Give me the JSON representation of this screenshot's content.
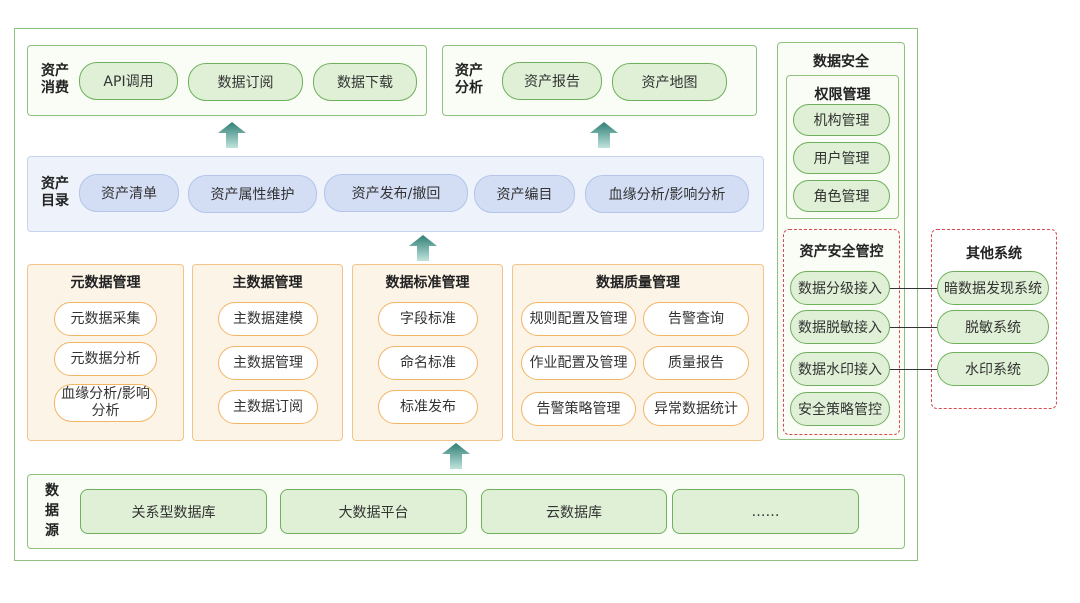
{
  "consumption": {
    "label": "资产\n消费",
    "items": [
      "API调用",
      "数据订阅",
      "数据下载"
    ]
  },
  "analysis": {
    "label": "资产\n分析",
    "items": [
      "资产报告",
      "资产地图"
    ]
  },
  "catalog": {
    "label": "资产\n目录",
    "items": [
      "资产清单",
      "资产属性维护",
      "资产发布/撤回",
      "资产编目",
      "血缘分析/影响分析"
    ]
  },
  "metadata": {
    "title": "元数据管理",
    "items": [
      "元数据采集",
      "元数据分析",
      "血缘分析/影响\n分析"
    ]
  },
  "master_data": {
    "title": "主数据管理",
    "items": [
      "主数据建模",
      "主数据管理",
      "主数据订阅"
    ]
  },
  "standards": {
    "title": "数据标准管理",
    "items": [
      "字段标准",
      "命名标准",
      "标准发布"
    ]
  },
  "quality": {
    "title": "数据质量管理",
    "items": [
      "规则配置及管理",
      "告警查询",
      "作业配置及管理",
      "质量报告",
      "告警策略管理",
      "异常数据统计"
    ]
  },
  "sources": {
    "label": "数\n据\n源",
    "items": [
      "关系型数据库",
      "大数据平台",
      "云数据库",
      "……"
    ]
  },
  "security": {
    "title": "数据安全",
    "permission": {
      "title": "权限管理",
      "items": [
        "机构管理",
        "用户管理",
        "角色管理"
      ]
    },
    "control": {
      "title": "资产安全管控",
      "items": [
        "数据分级接入",
        "数据脱敏接入",
        "数据水印接入",
        "安全策略管控"
      ]
    }
  },
  "other_systems": {
    "title": "其他系统",
    "items": [
      "暗数据发现系统",
      "脱敏系统",
      "水印系统"
    ]
  },
  "colors": {
    "arrow": "#3c8a80",
    "border_green": "#8fc27e",
    "dashed_red": "#d9474f"
  },
  "icons": {
    "arrow": "up-arrow-icon"
  }
}
